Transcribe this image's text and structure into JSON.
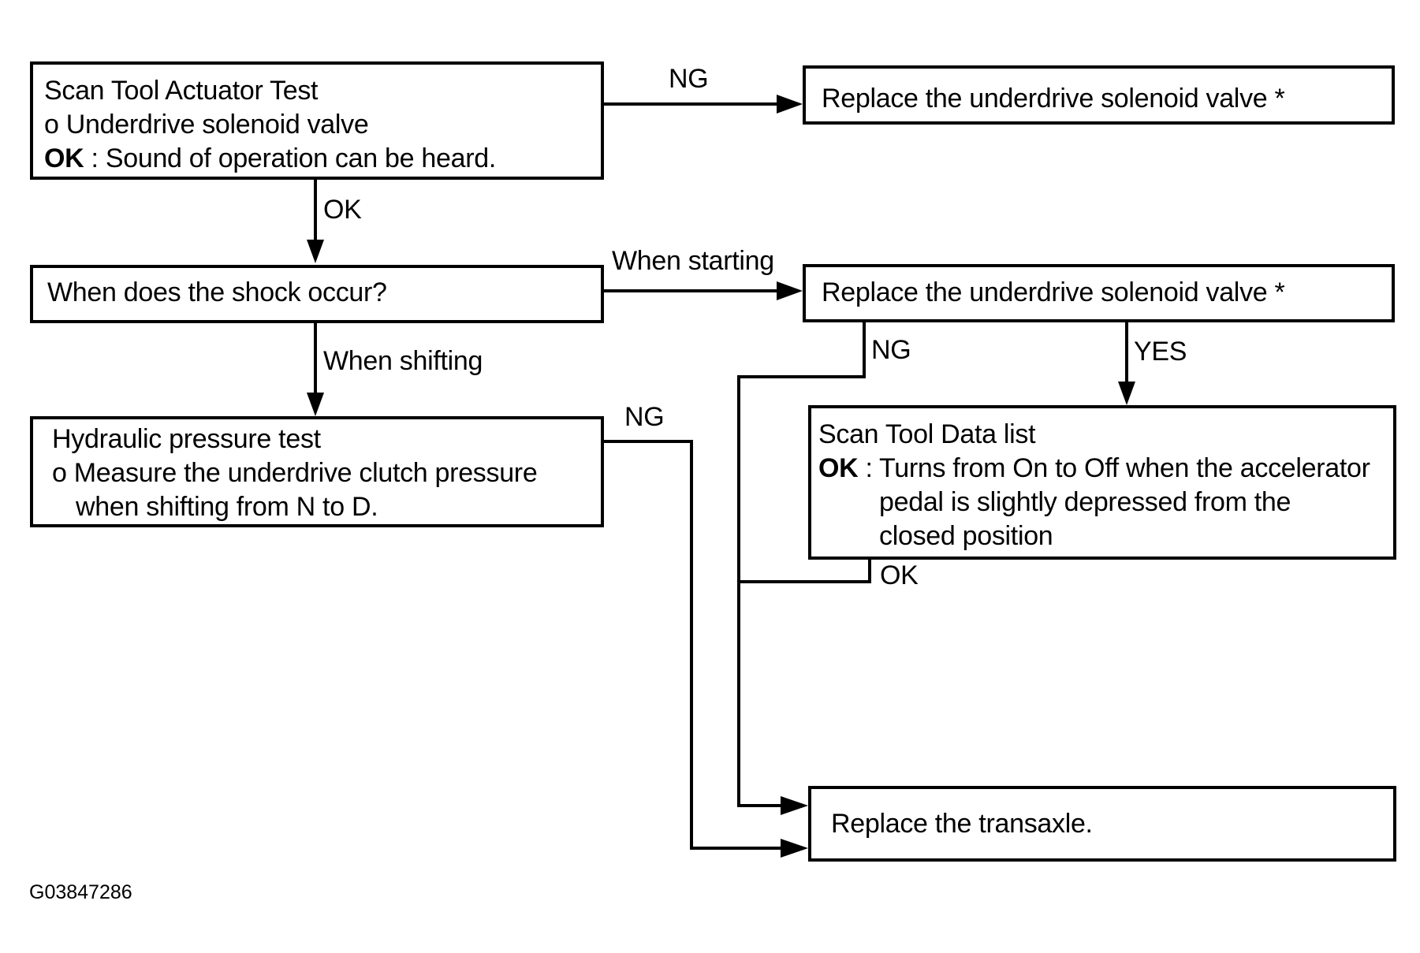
{
  "boxes": {
    "actuator_test": {
      "title": "Scan Tool Actuator Test",
      "bullet": "o Underdrive solenoid valve",
      "ok_key": "OK",
      "ok_text": " : Sound of operation can be heard."
    },
    "replace_solenoid_top": {
      "text": "Replace the underdrive solenoid valve *"
    },
    "shock_question": {
      "text": "When does the shock occur?"
    },
    "replace_solenoid_mid": {
      "text": "Replace the underdrive solenoid valve *"
    },
    "hydraulic_test": {
      "title": "Hydraulic pressure test",
      "bullet": "o Measure the underdrive clutch pressure",
      "bullet_cont": "when shifting from N to D."
    },
    "data_list": {
      "title": "Scan Tool Data list",
      "ok_key": "OK",
      "ok_sep": " :",
      "ok_lines": [
        "Turns from On to Off when the accelerator",
        "pedal is slightly depressed from the",
        "closed position"
      ]
    },
    "replace_transaxle": {
      "text": "Replace the transaxle."
    }
  },
  "edge_labels": {
    "actuator_ng": "NG",
    "actuator_ok": "OK",
    "when_starting": "When starting",
    "when_shifting": "When shifting",
    "hydraulic_ng": "NG",
    "solenoid_ng": "NG",
    "solenoid_yes": "YES",
    "data_list_ok": "OK"
  },
  "figure_code": "G03847286"
}
